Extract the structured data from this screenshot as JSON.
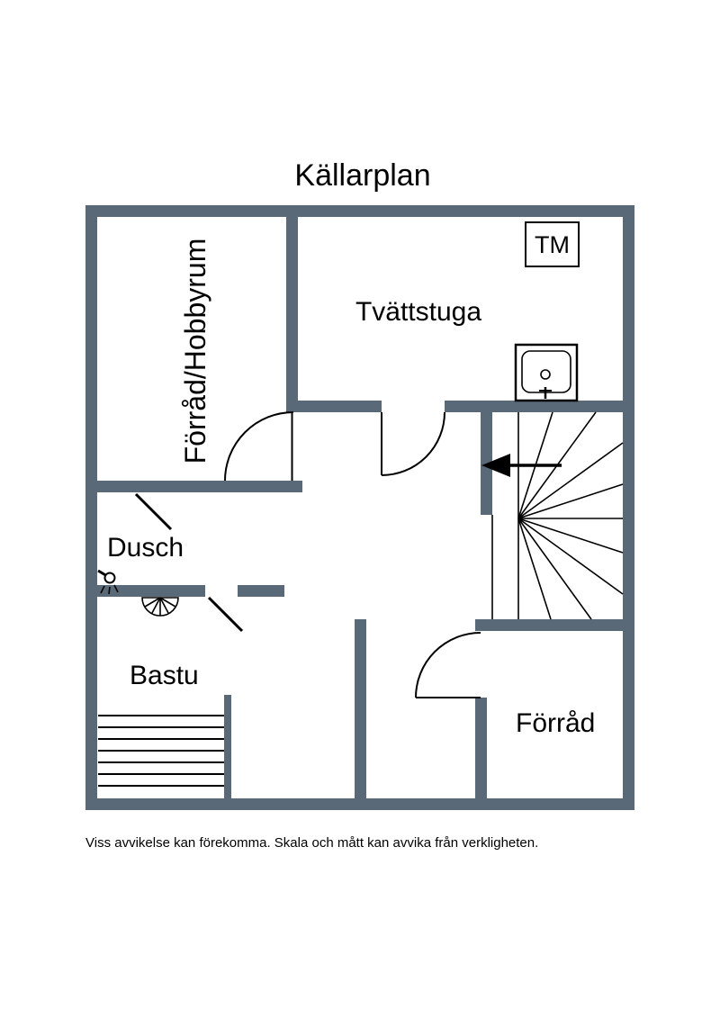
{
  "title": "Källarplan",
  "rooms": {
    "hobby": {
      "label": "Förråd/Hobbyrum"
    },
    "laundry": {
      "label": "Tvättstuga"
    },
    "shower": {
      "label": "Dusch"
    },
    "sauna": {
      "label": "Bastu"
    },
    "storage": {
      "label": "Förråd"
    }
  },
  "appliances": {
    "washing_machine": {
      "label": "TM"
    }
  },
  "footer": "Viss avvikelse kan förekomma. Skala och mått kan avvika från verkligheten.",
  "icons": [
    "washing-machine-icon",
    "sink-icon",
    "shower-icon",
    "sauna-heater-icon",
    "stairs-direction-arrow-icon",
    "sauna-benches",
    "door-swing",
    "stairs"
  ],
  "colors": {
    "wall": "#5a6978",
    "line": "#000000",
    "background": "#ffffff"
  }
}
